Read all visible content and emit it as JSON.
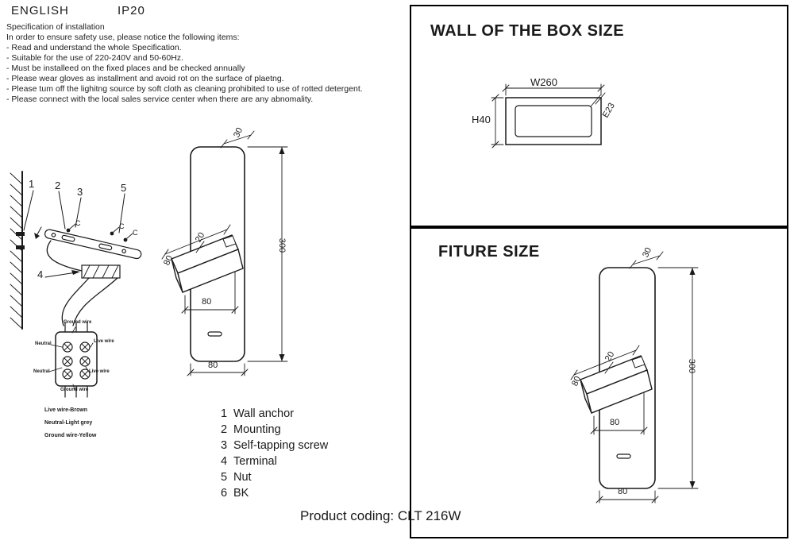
{
  "header": {
    "language": "ENGLISH",
    "ip_rating": "IP20"
  },
  "spec": {
    "title": "Specification of installation",
    "intro": "In order to ensure safety use, please notice the following items:",
    "items": [
      "- Read and understand the whole Specification.",
      "- Suitable for the use of 220-240V and 50-60Hz.",
      "- Must be installeed on the fixed places and be checked annually",
      "- Please wear gloves as installment and avoid rot on the surface of plaetng.",
      "- Please tum off the lighitng source by soft cloth as cleaning prohibited to use of rotted detergent.",
      "- Please connect with the local sales service center when there are any abnomality."
    ]
  },
  "install": {
    "markers": {
      "m1": "1",
      "m2": "2",
      "m3": "3",
      "m5": "5",
      "m4": "4"
    },
    "screw_marks": [
      "C",
      "C",
      "C"
    ],
    "terminal": {
      "top": "Ground wire",
      "left_upper": "Neutral",
      "right_upper": "Live wire",
      "left_lower": "Neutral",
      "right_lower": "Live wire",
      "bottom": "Ground wire"
    },
    "legend": [
      "Live wire-Brown",
      "Neutral-Light grey",
      "Ground wire-Yellow"
    ]
  },
  "fixture_drawing": {
    "dim_top": "30",
    "dim_height": "300",
    "dim_head_length": "80",
    "dim_head_width": "20",
    "dim_head_span": "80",
    "dim_bottom": "80"
  },
  "parts_list": [
    {
      "num": "1",
      "label": "Wall anchor"
    },
    {
      "num": "2",
      "label": "Mounting"
    },
    {
      "num": "3",
      "label": "Self-tapping screw"
    },
    {
      "num": "4",
      "label": "Terminal"
    },
    {
      "num": "5",
      "label": "Nut"
    },
    {
      "num": "6",
      "label": "BK"
    }
  ],
  "product_coding": "Product coding: CLT 216W",
  "box_panel": {
    "title": "WALL OF THE BOX SIZE",
    "dim_width": "W260",
    "dim_height": "H40",
    "dim_edge": "E23"
  },
  "fixture_panel": {
    "title": "FITURE SIZE",
    "dim_top": "30",
    "dim_height": "300",
    "dim_head_length": "80",
    "dim_head_width": "20",
    "dim_head_span": "80",
    "dim_bottom": "80"
  }
}
